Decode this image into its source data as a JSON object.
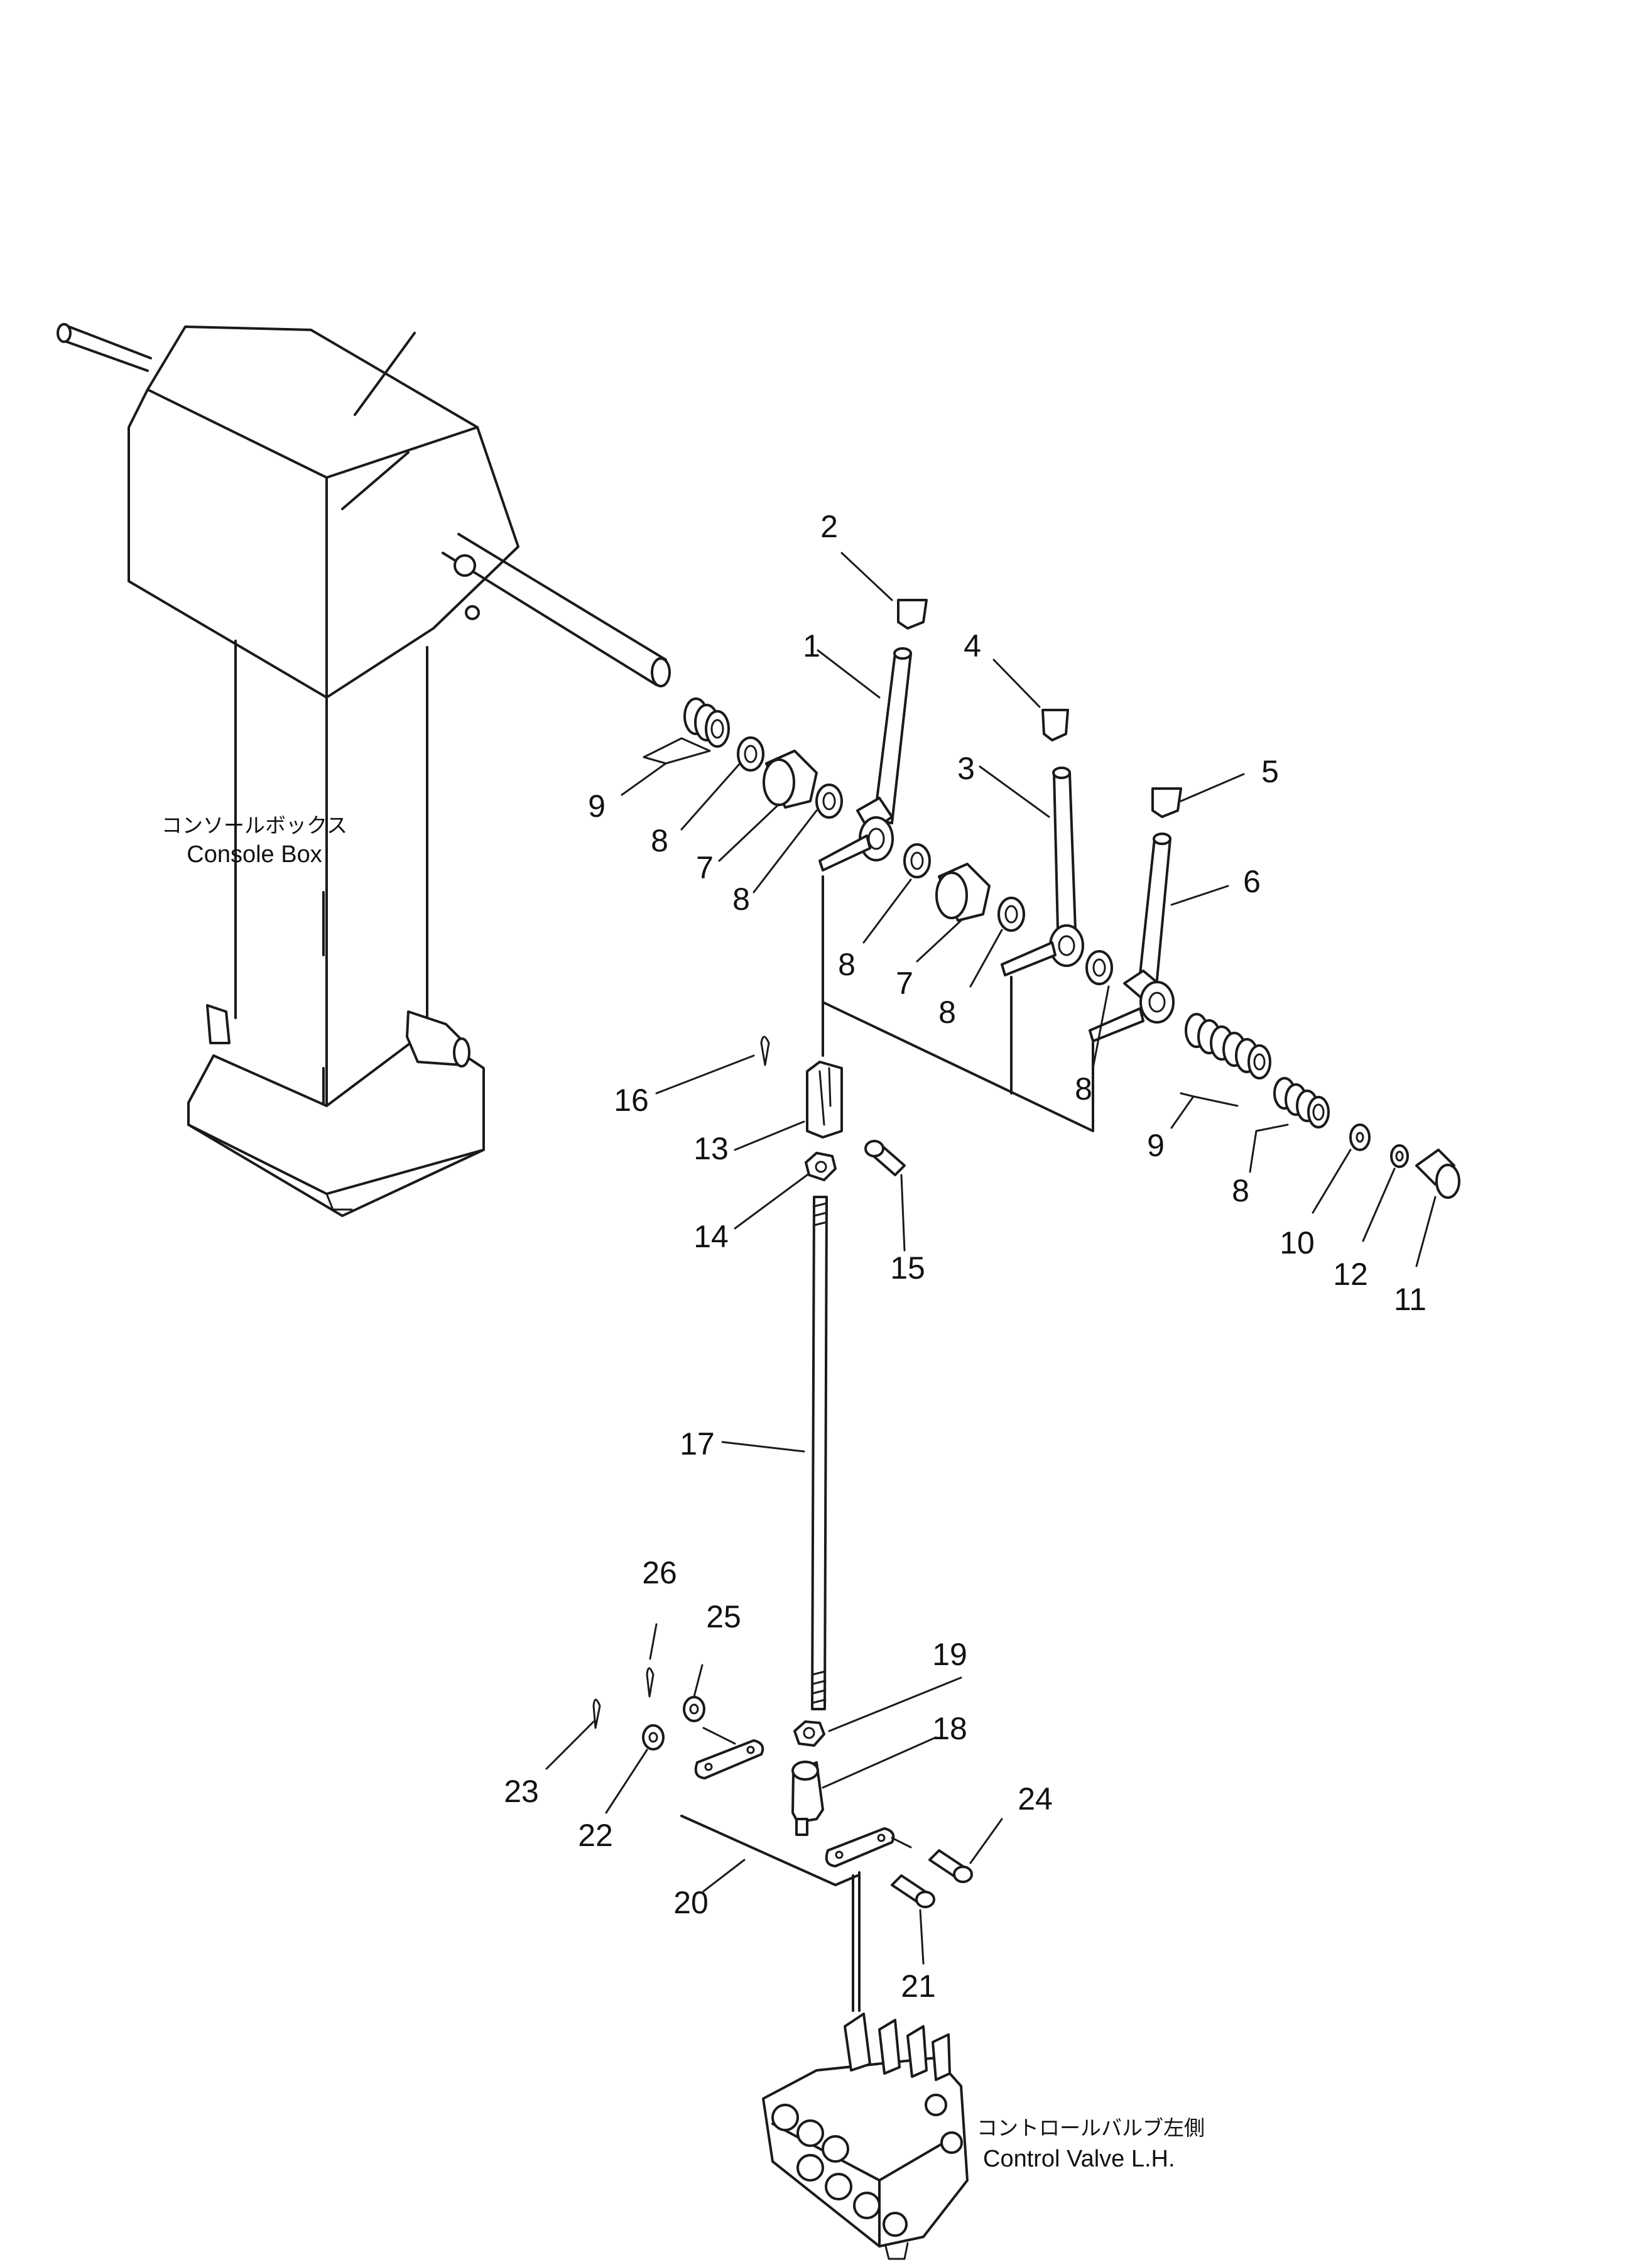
{
  "labels": {
    "console_box_ja": "コンソールボックス",
    "console_box_en": "Console Box",
    "control_valve_ja": "コントロールバルブ左側",
    "control_valve_en": "Control Valve L.H."
  },
  "callouts": [
    "1",
    "2",
    "3",
    "4",
    "5",
    "6",
    "7",
    "7",
    "8",
    "8",
    "8",
    "8",
    "8",
    "8",
    "9",
    "9",
    "10",
    "11",
    "12",
    "13",
    "14",
    "15",
    "16",
    "17",
    "18",
    "19",
    "20",
    "21",
    "22",
    "23",
    "24",
    "25",
    "26"
  ]
}
